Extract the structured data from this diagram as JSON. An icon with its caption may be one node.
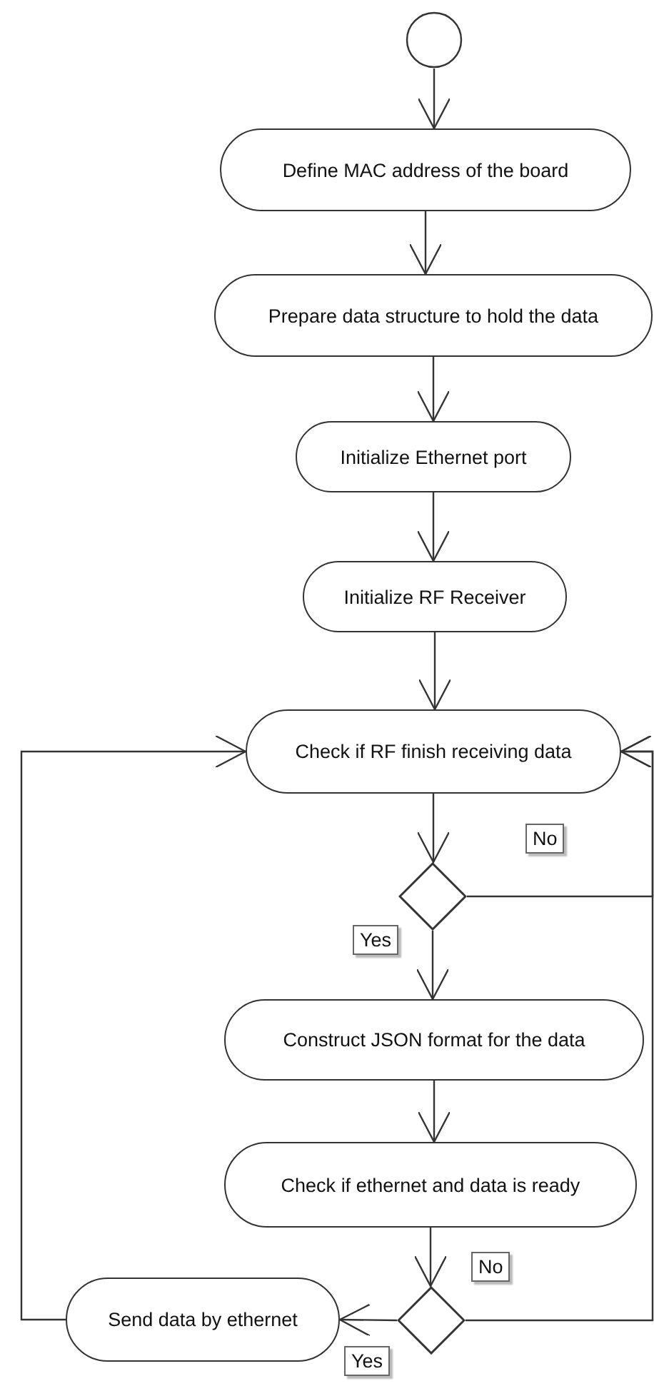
{
  "diagram": {
    "nodes": [
      {
        "text": [],
        "shape": "circle"
      },
      {
        "text": [
          "Define MAC address of the board"
        ]
      },
      {
        "text": [
          "Prepare data structure to hold the data"
        ]
      },
      {
        "text": [
          "Initialize Ethernet port"
        ]
      },
      {
        "text": [
          "Initialize RF Receiver"
        ]
      },
      {
        "text": [
          "Check if RF finish receiving data"
        ]
      },
      {
        "text": [],
        "shape": "diamond"
      },
      {
        "text": [
          "Construct JSON format for the data"
        ]
      },
      {
        "text": [
          "Check if ethernet and data is ready"
        ]
      },
      {
        "text": [],
        "shape": "diamond"
      },
      {
        "text": [
          "Send data by ethernet"
        ]
      }
    ],
    "edges": [
      {
        "from": 0,
        "to": 1,
        "arrow": "to"
      },
      {
        "from": 1,
        "to": 2,
        "arrow": "to"
      },
      {
        "from": 2,
        "to": 3,
        "arrow": "to"
      },
      {
        "from": 3,
        "to": 4,
        "arrow": "to"
      },
      {
        "from": 4,
        "to": 5,
        "arrow": "to"
      },
      {
        "from": 5,
        "to": 6,
        "arrow": "to"
      },
      {
        "from": 6,
        "to": 7,
        "label": "Yes",
        "arrow": "to"
      },
      {
        "from": 6,
        "to": 5,
        "label": "No",
        "arrow": "to"
      },
      {
        "from": 7,
        "to": 8,
        "arrow": "to"
      },
      {
        "from": 8,
        "to": 9,
        "arrow": "to"
      },
      {
        "from": 9,
        "to": 10,
        "label": "Yes",
        "arrow": "to"
      },
      {
        "from": 9,
        "to": 5,
        "label": "No",
        "arrow": "to"
      },
      {
        "from": 10,
        "to": 5,
        "arrow": "to"
      }
    ]
  }
}
